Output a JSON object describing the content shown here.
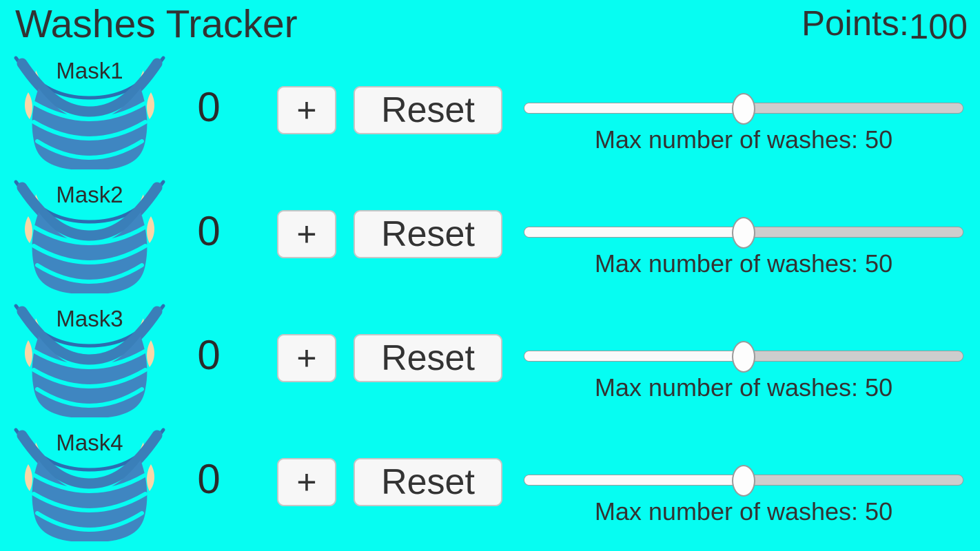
{
  "app": {
    "title": "Washes Tracker",
    "points_label": "Points:",
    "points_value": "100"
  },
  "colors": {
    "background": "#06fdf2",
    "mask_body": "#3f86c1",
    "mask_band": "#3a7fb9",
    "mask_strap": "#2d6db0",
    "ear_loop": "#f8d7a8",
    "text": "#333333",
    "button_background": "#f7f7f7",
    "button_border": "#c6c6c6",
    "slider_fill": "#fafafa",
    "slider_track": "#cdcdcd"
  },
  "masks": [
    {
      "label": "Mask1",
      "count": "0",
      "increment_label": "+",
      "reset_label": "Reset",
      "slider_value": 50,
      "slider_max": 100,
      "max_washes_label": "Max number of washes: 50"
    },
    {
      "label": "Mask2",
      "count": "0",
      "increment_label": "+",
      "reset_label": "Reset",
      "slider_value": 50,
      "slider_max": 100,
      "max_washes_label": "Max number of washes: 50"
    },
    {
      "label": "Mask3",
      "count": "0",
      "increment_label": "+",
      "reset_label": "Reset",
      "slider_value": 50,
      "slider_max": 100,
      "max_washes_label": "Max number of washes: 50"
    },
    {
      "label": "Mask4",
      "count": "0",
      "increment_label": "+",
      "reset_label": "Reset",
      "slider_value": 50,
      "slider_max": 100,
      "max_washes_label": "Max number of washes: 50"
    }
  ]
}
